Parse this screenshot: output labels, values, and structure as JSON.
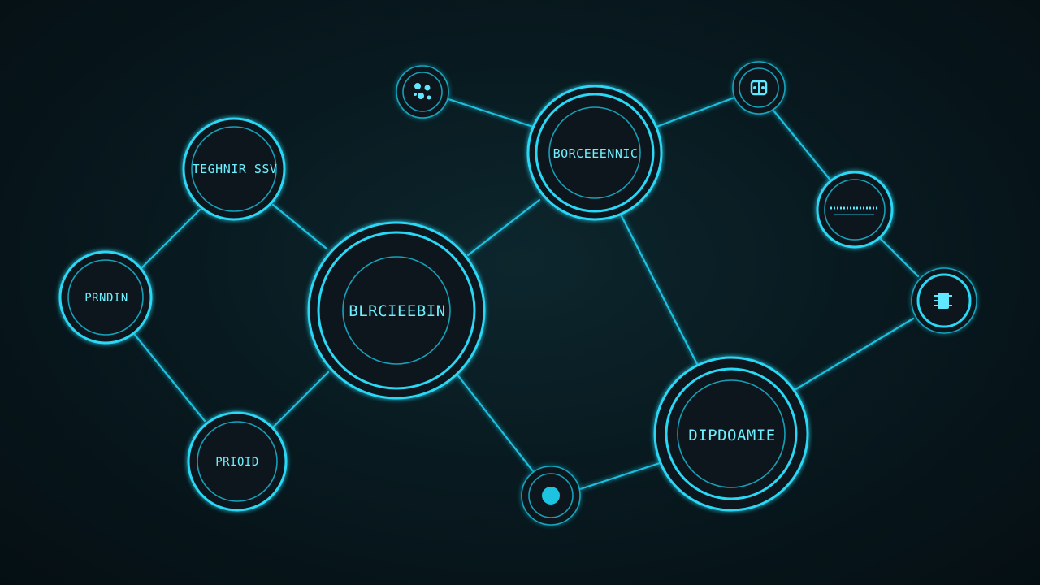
{
  "colors": {
    "background": "#061418",
    "accent": "#2ad8f5",
    "label": "#6ff0ff"
  },
  "nodes": {
    "top_left": {
      "label": "TEGHNIR SSV"
    },
    "left": {
      "label": "PRNDIN"
    },
    "bottom_left": {
      "label": "PRIOID"
    },
    "center": {
      "label": "BLRCIEEBIN"
    },
    "top_center": {
      "label": "BORCEEENNIC"
    },
    "right_middle": {
      "label": ""
    },
    "bottom_right": {
      "label": "DIPDOAMIE"
    },
    "small_top_left": {
      "icon": "gear-cluster-icon"
    },
    "small_top_right": {
      "icon": "brain-chip-icon"
    },
    "small_right": {
      "icon": "chip-icon"
    },
    "small_bottom": {
      "icon": "dot-icon"
    }
  }
}
